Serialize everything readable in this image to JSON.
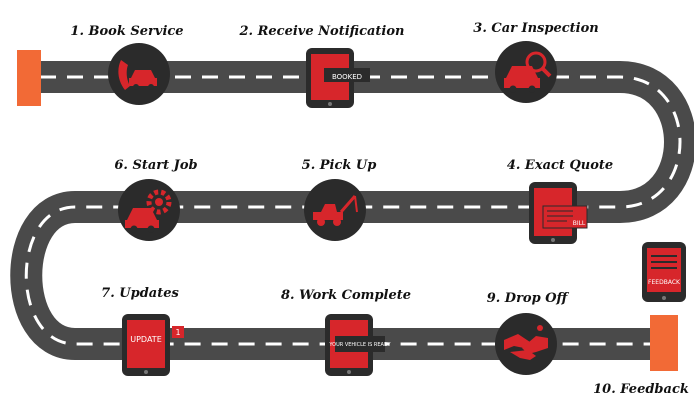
{
  "steps": [
    {
      "label": "1. Book Service",
      "icon": "phone-car-icon"
    },
    {
      "label": "2. Receive Notification",
      "icon": "tablet-booked-icon",
      "badge": "BOOKED"
    },
    {
      "label": "3. Car Inspection",
      "icon": "car-magnifier-icon"
    },
    {
      "label": "4. Exact Quote",
      "icon": "tablet-bill-icon",
      "badge": "BILL"
    },
    {
      "label": "5. Pick Up",
      "icon": "tow-truck-icon"
    },
    {
      "label": "6. Start Job",
      "icon": "car-gear-icon"
    },
    {
      "label": "7. Updates",
      "icon": "tablet-update-icon",
      "badge": "UPDATE",
      "badge_count": "1"
    },
    {
      "label": "8. Work Complete",
      "icon": "tablet-ready-icon",
      "badge": "YOUR VEHICLE IS READY"
    },
    {
      "label": "9. Drop Off",
      "icon": "handshake-icon"
    },
    {
      "label": "10. Feedback",
      "icon": "tablet-feedback-icon",
      "badge": "FEEDBACK"
    }
  ],
  "colors": {
    "road": "#4a4a4a",
    "road_dash": "#ffffff",
    "icon_circle": "#2b2b2b",
    "icon_red": "#d7262b",
    "marker": "#f26a36"
  }
}
